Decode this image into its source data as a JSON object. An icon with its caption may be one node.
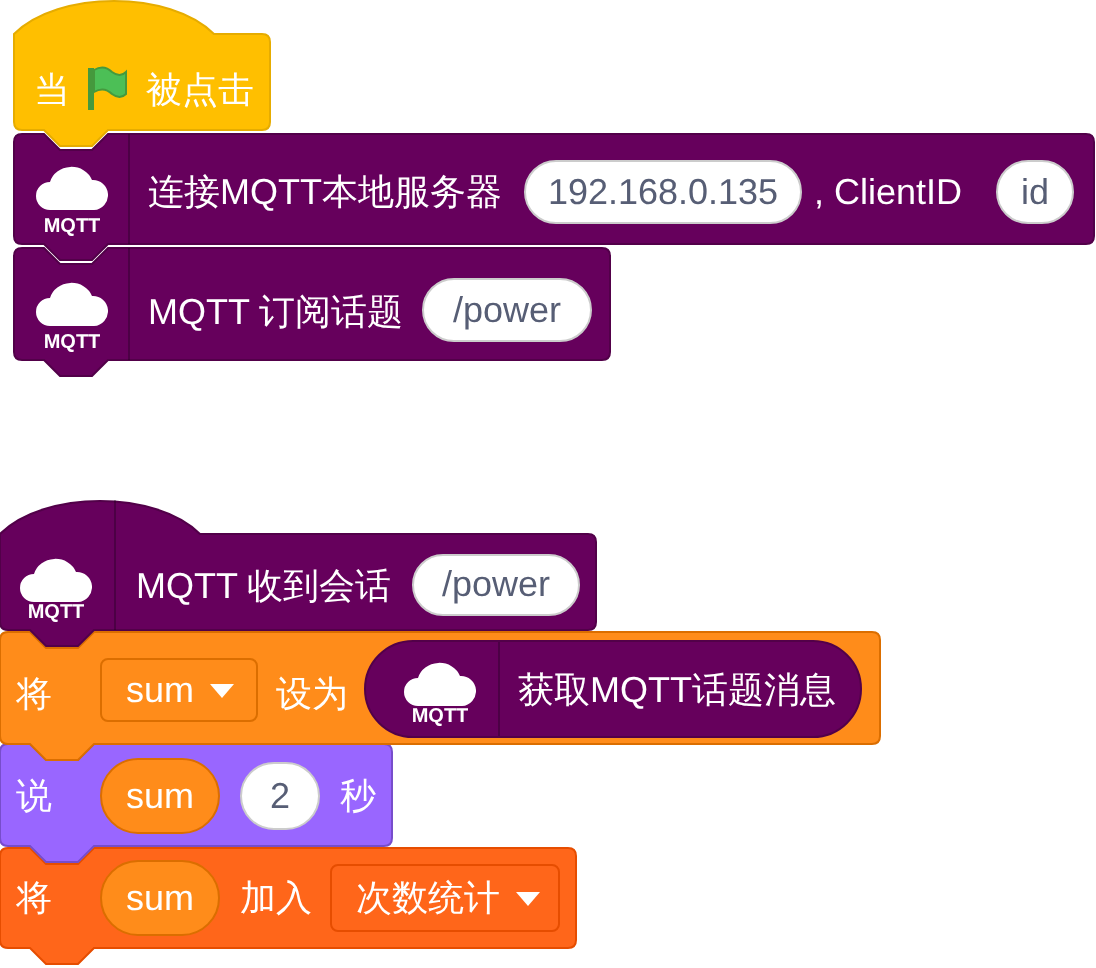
{
  "diagram": {
    "nodes": [
      {
        "text": [
          "当",
          "被点击"
        ]
      },
      {
        "text": [
          "MQTT",
          "连接MQTT本地服务器",
          ", ClientID"
        ]
      },
      {
        "text": [
          "192.168.0.135"
        ],
        "in": 1
      },
      {
        "text": [
          "id"
        ],
        "in": 1
      },
      {
        "text": [
          "MQTT",
          "MQTT 订阅话题"
        ]
      },
      {
        "text": [
          "/power"
        ],
        "in": 4
      },
      {
        "text": [
          "MQTT",
          "MQTT 收到会话"
        ]
      },
      {
        "text": [
          "/power"
        ],
        "in": 6
      },
      {
        "text": [
          "将",
          "设为"
        ]
      },
      {
        "text": [
          "sum"
        ],
        "in": 8
      },
      {
        "text": [
          "MQTT",
          "获取MQTT话题消息"
        ],
        "in": 8
      },
      {
        "text": [
          "说",
          "秒"
        ]
      },
      {
        "text": [
          "sum"
        ],
        "in": 11
      },
      {
        "text": [
          "2"
        ],
        "in": 11
      },
      {
        "text": [
          "将",
          "加入"
        ]
      },
      {
        "text": [
          "sum"
        ],
        "in": 14
      },
      {
        "text": [
          "次数统计"
        ],
        "in": 14
      }
    ]
  }
}
